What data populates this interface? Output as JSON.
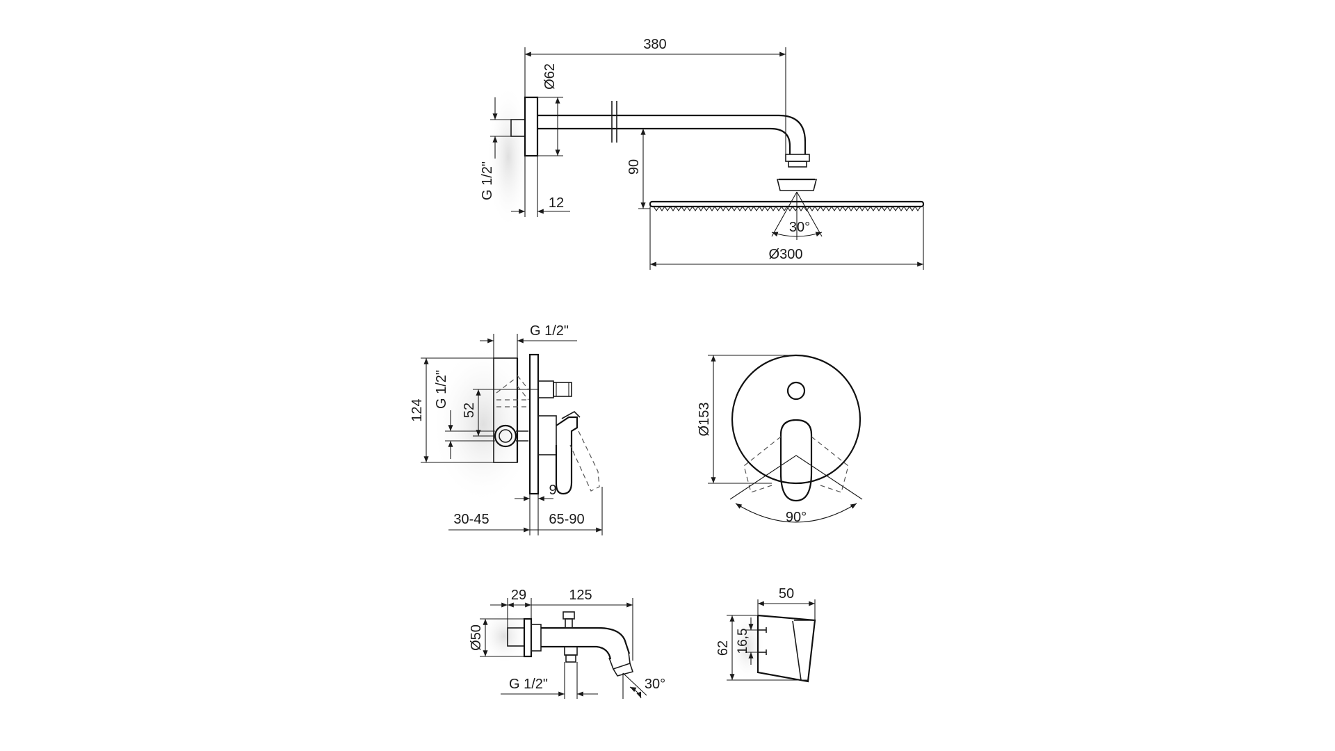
{
  "shower_head_view": {
    "dim_length": "380",
    "dim_flange_diameter": "Ø62",
    "dim_thread": "G 1/2\"",
    "dim_flange_depth": "12",
    "dim_drop": "90",
    "dim_spray_angle": "30°",
    "dim_head_diameter": "Ø300"
  },
  "mixer_side_view": {
    "dim_top_thread": "G 1/2\"",
    "dim_height": "124",
    "dim_side_thread": "G 1/2\"",
    "dim_offset": "52",
    "dim_plate": "9",
    "dim_wall_depth": "30-45",
    "dim_projection": "65-90"
  },
  "mixer_front_view": {
    "dim_plate_diameter": "Ø153",
    "dim_lever_angle": "90°"
  },
  "spout_view": {
    "dim_flange_depth": "29",
    "dim_length": "125",
    "dim_diameter": "Ø50",
    "dim_thread": "G 1/2\"",
    "dim_angle": "30°"
  },
  "holder_view": {
    "dim_width": "50",
    "dim_height": "62",
    "dim_spacing": "16,5"
  }
}
